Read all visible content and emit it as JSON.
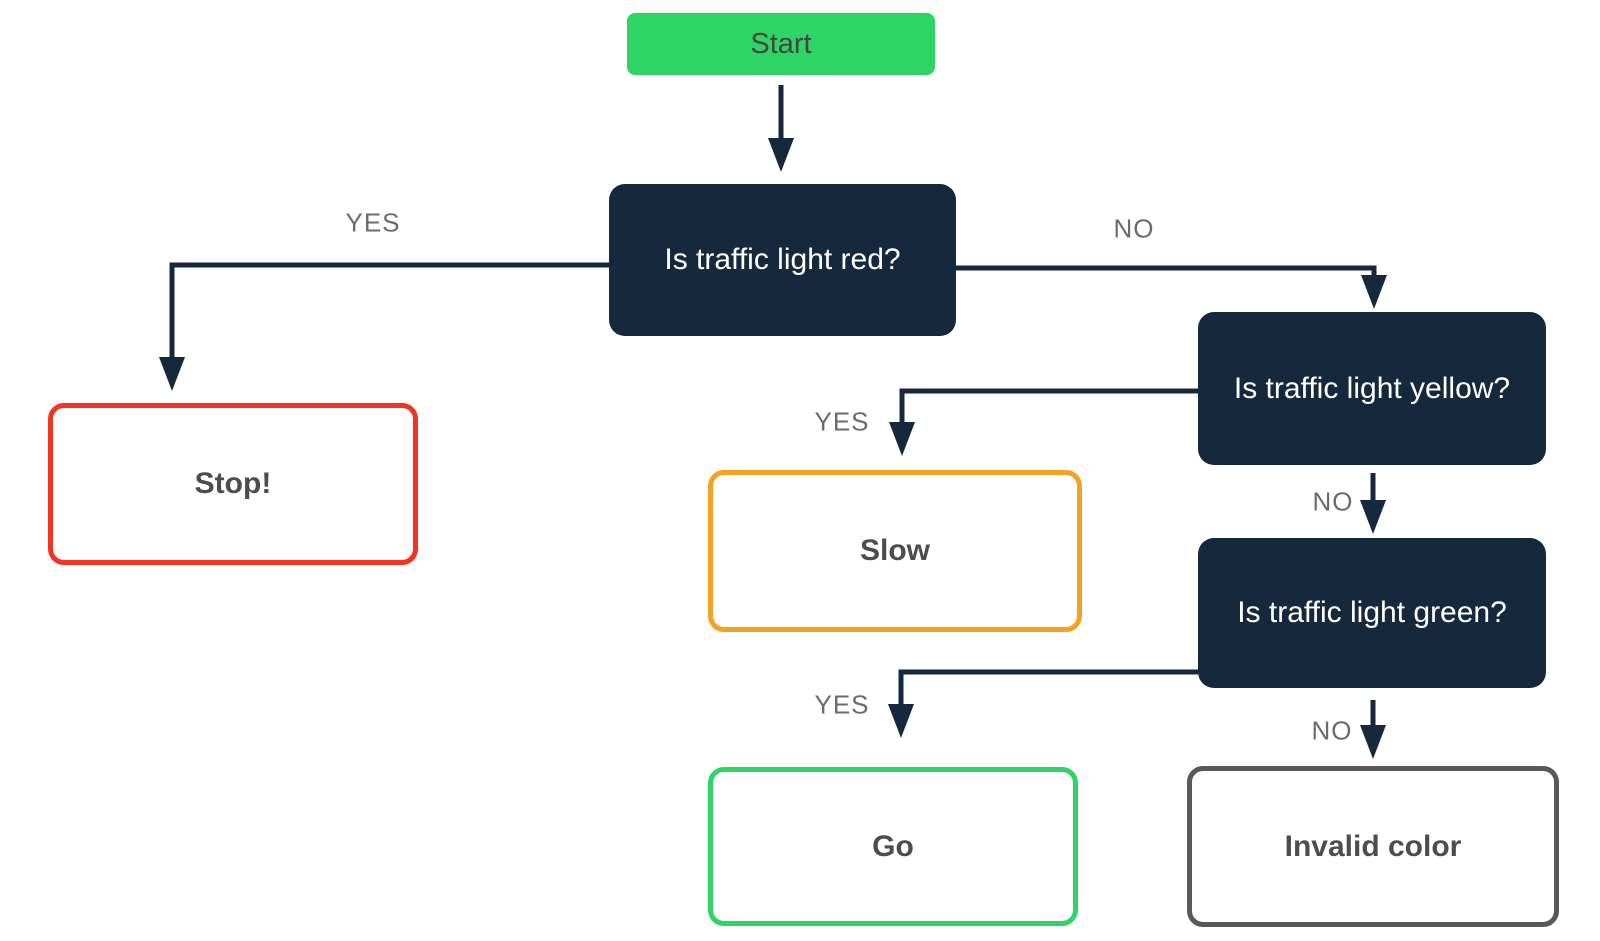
{
  "diagram_type": "flowchart",
  "colors": {
    "node_navy": "#16293c",
    "start_green": "#2ed564",
    "stop_red": "#f43222",
    "slow_orange": "#f5a122",
    "go_green": "#2ed564",
    "invalid_gray": "#58595b",
    "line": "#16293c",
    "edge_label": "#6b6b6b",
    "result_text": "#4d4d4d",
    "start_text": "#454545",
    "question_text": "#ffffff",
    "background": "#ffffff"
  },
  "nodes": {
    "start": {
      "label": "Start",
      "kind": "terminal"
    },
    "q_red": {
      "label": "Is traffic light red?",
      "kind": "question"
    },
    "stop": {
      "label": "Stop!",
      "kind": "result"
    },
    "q_yellow": {
      "label": "Is traffic light yellow?",
      "kind": "question"
    },
    "slow": {
      "label": "Slow",
      "kind": "result"
    },
    "q_green": {
      "label": "Is traffic light green?",
      "kind": "question"
    },
    "go": {
      "label": "Go",
      "kind": "result"
    },
    "invalid": {
      "label": "Invalid color",
      "kind": "result"
    }
  },
  "edges": [
    {
      "from": "start",
      "to": "q_red",
      "label": ""
    },
    {
      "from": "q_red",
      "to": "stop",
      "label": "YES"
    },
    {
      "from": "q_red",
      "to": "q_yellow",
      "label": "NO"
    },
    {
      "from": "q_yellow",
      "to": "slow",
      "label": "YES"
    },
    {
      "from": "q_yellow",
      "to": "q_green",
      "label": "NO"
    },
    {
      "from": "q_green",
      "to": "go",
      "label": "YES"
    },
    {
      "from": "q_green",
      "to": "invalid",
      "label": "NO"
    }
  ]
}
